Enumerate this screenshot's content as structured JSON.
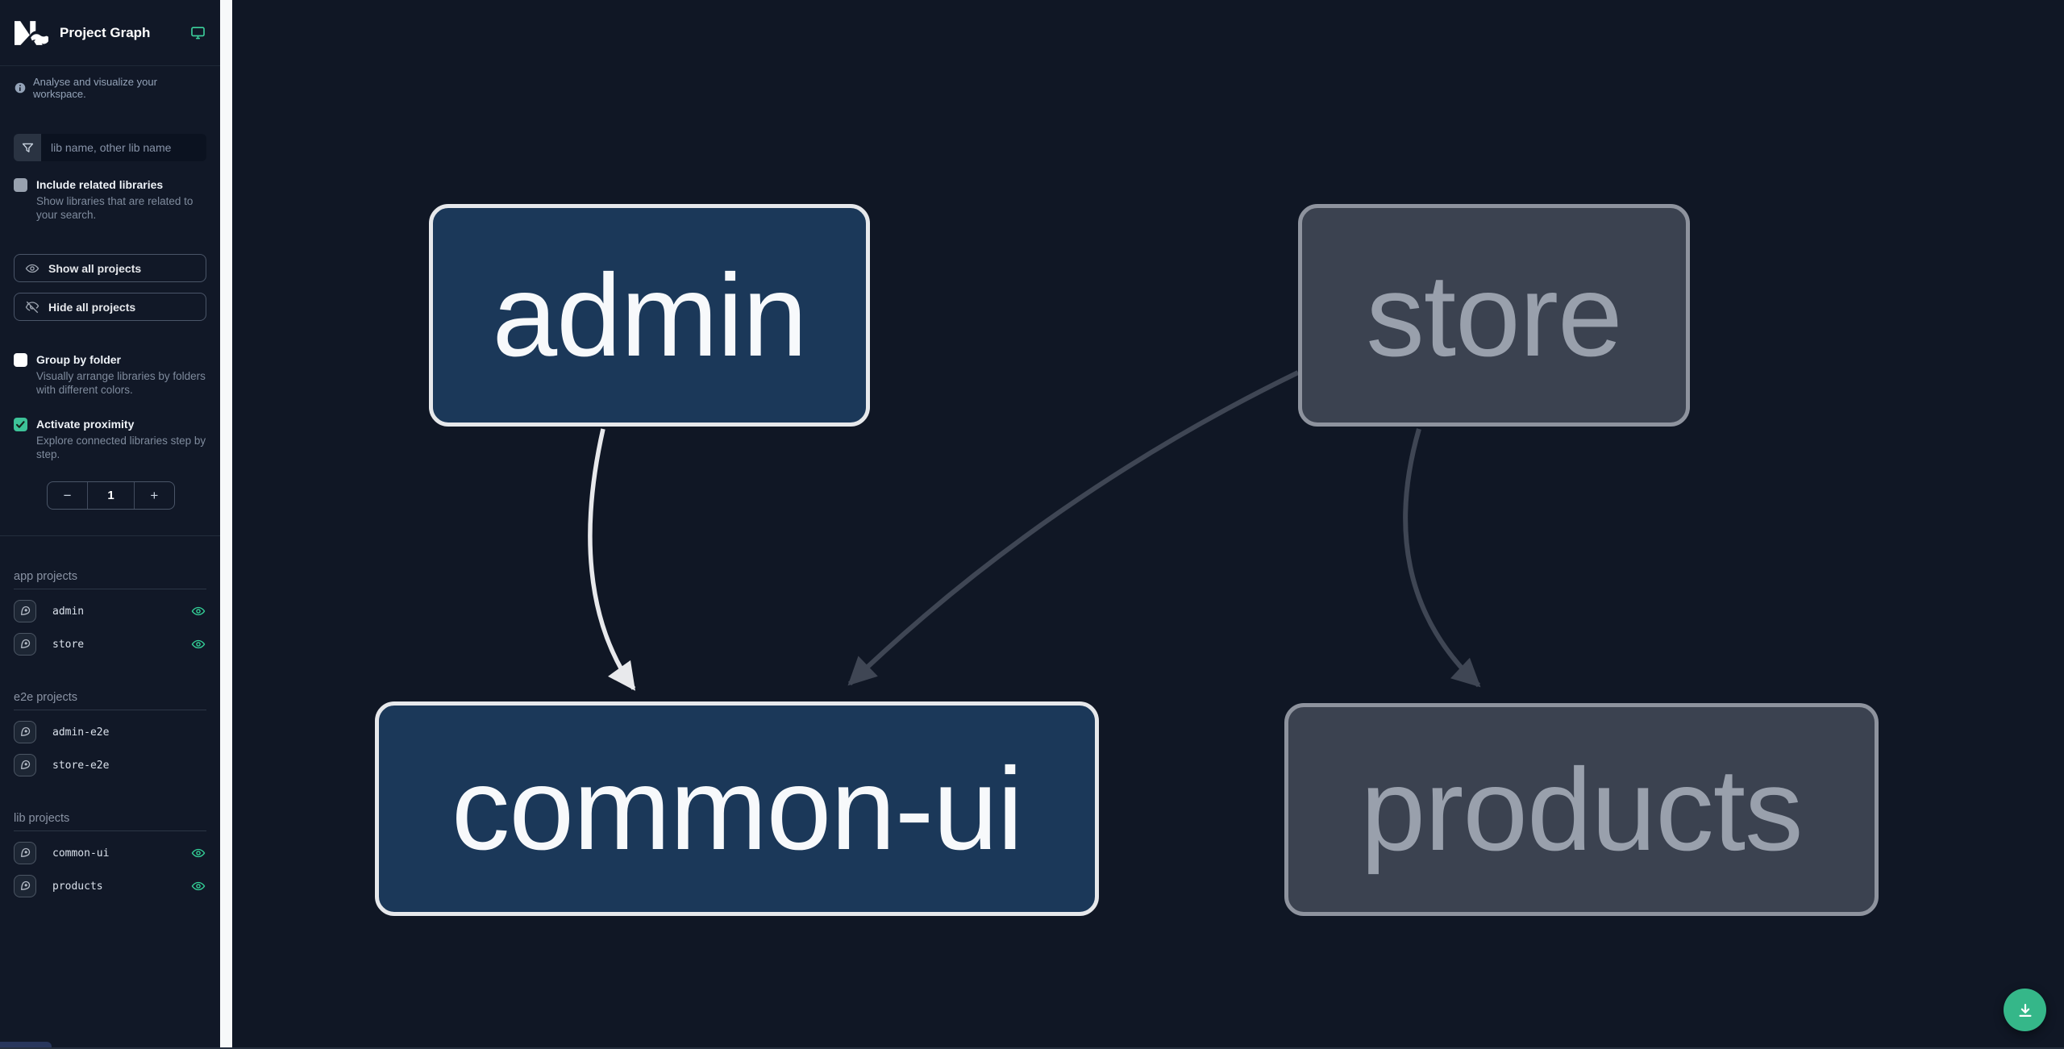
{
  "header": {
    "title": "Project Graph",
    "logo_icon": "nx-logo",
    "action_icon": "monitor-icon"
  },
  "sidebar": {
    "tagline": "Analyse and visualize your workspace.",
    "filter_placeholder": "lib name, other lib name",
    "checkboxes": [
      {
        "id": "include-related",
        "label": "Include related libraries",
        "description": "Show libraries that are related to your search.",
        "checked": false
      },
      {
        "id": "group-by-folder",
        "label": "Group by folder",
        "description": "Visually arrange libraries by folders with different colors.",
        "checked": false
      },
      {
        "id": "activate-proximity",
        "label": "Activate proximity",
        "description": "Explore connected libraries step by step.",
        "checked": true
      }
    ],
    "buttons": [
      {
        "id": "show-all",
        "label": "Show all projects",
        "icon": "eye-icon"
      },
      {
        "id": "hide-all",
        "label": "Hide all projects",
        "icon": "eye-off-icon"
      }
    ],
    "proximity_stepper": {
      "decrement": "−",
      "value": "1",
      "increment": "+"
    },
    "sections": [
      {
        "heading": "app projects",
        "items": [
          {
            "name": "admin",
            "visible": true
          },
          {
            "name": "store",
            "visible": true
          }
        ]
      },
      {
        "heading": "e2e projects",
        "items": [
          {
            "name": "admin-e2e",
            "visible": false
          },
          {
            "name": "store-e2e",
            "visible": false
          }
        ]
      },
      {
        "heading": "lib projects",
        "items": [
          {
            "name": "common-ui",
            "visible": true
          },
          {
            "name": "products",
            "visible": true
          }
        ]
      }
    ]
  },
  "graph": {
    "nodes": [
      {
        "id": "admin",
        "label": "admin",
        "state": "focused"
      },
      {
        "id": "store",
        "label": "store",
        "state": "dimmed"
      },
      {
        "id": "common-ui",
        "label": "common-ui",
        "state": "focused"
      },
      {
        "id": "products",
        "label": "products",
        "state": "dimmed"
      }
    ],
    "edges": [
      {
        "source": "admin",
        "target": "common-ui",
        "state": "highlighted"
      },
      {
        "source": "store",
        "target": "common-ui",
        "state": "dimmed"
      },
      {
        "source": "store",
        "target": "products",
        "state": "dimmed"
      }
    ]
  },
  "fab": {
    "icon": "download-icon"
  },
  "colors": {
    "accent_green": "#34d399",
    "fab_green": "#35b789",
    "node_focused_fill": "#1b3859",
    "node_focused_border": "#e6e8eb",
    "node_dimmed_fill": "#3b4250",
    "node_dimmed_border": "#8e939e",
    "edge_highlighted": "#e8e9ec",
    "edge_dimmed": "#3f4654",
    "sidebar_bg": "#111827",
    "canvas_bg": "#101725"
  }
}
